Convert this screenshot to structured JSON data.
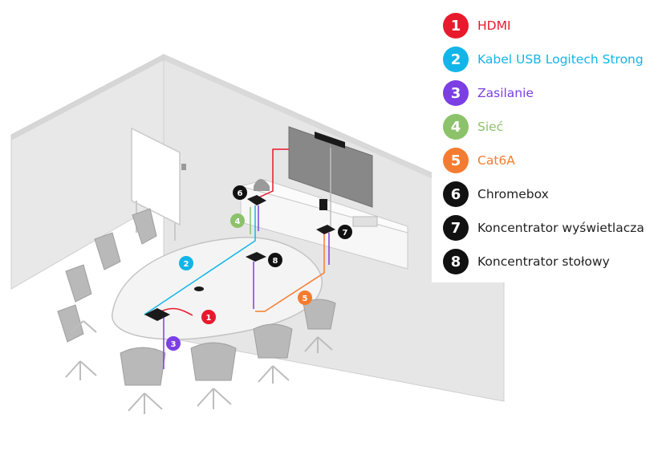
{
  "legend": {
    "items": [
      {
        "number": "1",
        "label": "HDMI",
        "color": "#e8192c",
        "text_color": "#e8192c"
      },
      {
        "number": "2",
        "label": "Kabel USB Logitech Strong",
        "color": "#12b5e8",
        "text_color": "#12b5e8"
      },
      {
        "number": "3",
        "label": "Zasilanie",
        "color": "#7b3fe4",
        "text_color": "#7b3fe4"
      },
      {
        "number": "4",
        "label": "Sieć",
        "color": "#8cc26a",
        "text_color": "#8cc26a"
      },
      {
        "number": "5",
        "label": "Cat6A",
        "color": "#f47c30",
        "text_color": "#f47c30"
      },
      {
        "number": "6",
        "label": "Chromebox",
        "color": "#111111",
        "text_color": "#222222"
      },
      {
        "number": "7",
        "label": "Koncentrator wyświetlacza",
        "color": "#111111",
        "text_color": "#222222"
      },
      {
        "number": "8",
        "label": "Koncentrator stołowy",
        "color": "#111111",
        "text_color": "#222222"
      }
    ]
  },
  "scene": {
    "markers": {
      "hdmi": "1",
      "usb": "2",
      "power": "3",
      "network": "4",
      "cat6a": "5",
      "chromebox": "6",
      "display_hub": "7",
      "table_hub": "8"
    },
    "colors": {
      "wall_front": "#e4e4e4",
      "wall_edge": "#d2d2d2",
      "floor": "#ffffff",
      "furniture": "#f6f6f6",
      "chair": "#b8b8b8",
      "display": "#8a8a8a",
      "device": "#1a1a1a"
    }
  }
}
